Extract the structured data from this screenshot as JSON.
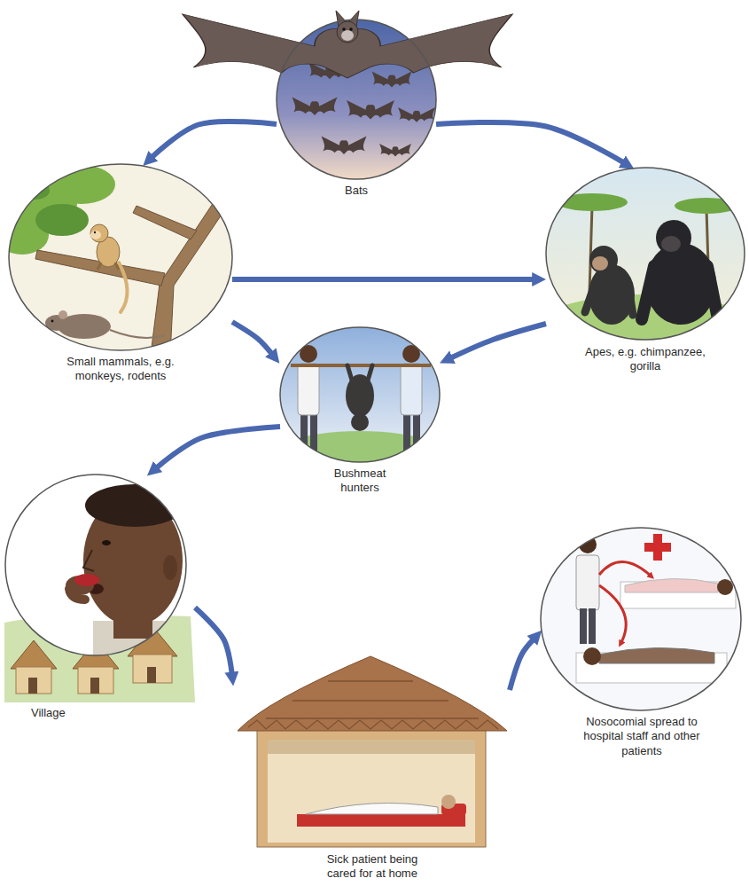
{
  "diagram": {
    "nodes": [
      {
        "text": [
          "Bats"
        ]
      },
      {
        "text": [
          "Small mammals, e.g. monkeys, rodents"
        ]
      },
      {
        "text": [
          "Apes, e.g. chimpanzee, gorilla"
        ]
      },
      {
        "text": [
          "Bushmeat hunters"
        ]
      },
      {
        "text": [
          "Village"
        ]
      },
      {
        "text": [
          "Sick patient being cared for at home"
        ]
      },
      {
        "text": [
          "Nosocomial spread to hospital staff and other patients"
        ]
      }
    ],
    "edges": [
      {
        "from": 0,
        "to": 1,
        "arrow": "to"
      },
      {
        "from": 0,
        "to": 2,
        "arrow": "to"
      },
      {
        "from": 1,
        "to": 2,
        "arrow": "to"
      },
      {
        "from": 1,
        "to": 3,
        "arrow": "to"
      },
      {
        "from": 2,
        "to": 3,
        "arrow": "to"
      },
      {
        "from": 3,
        "to": 4,
        "arrow": "to"
      },
      {
        "from": 4,
        "to": 5,
        "arrow": "to"
      },
      {
        "from": 5,
        "to": 6,
        "arrow": "to"
      }
    ]
  }
}
